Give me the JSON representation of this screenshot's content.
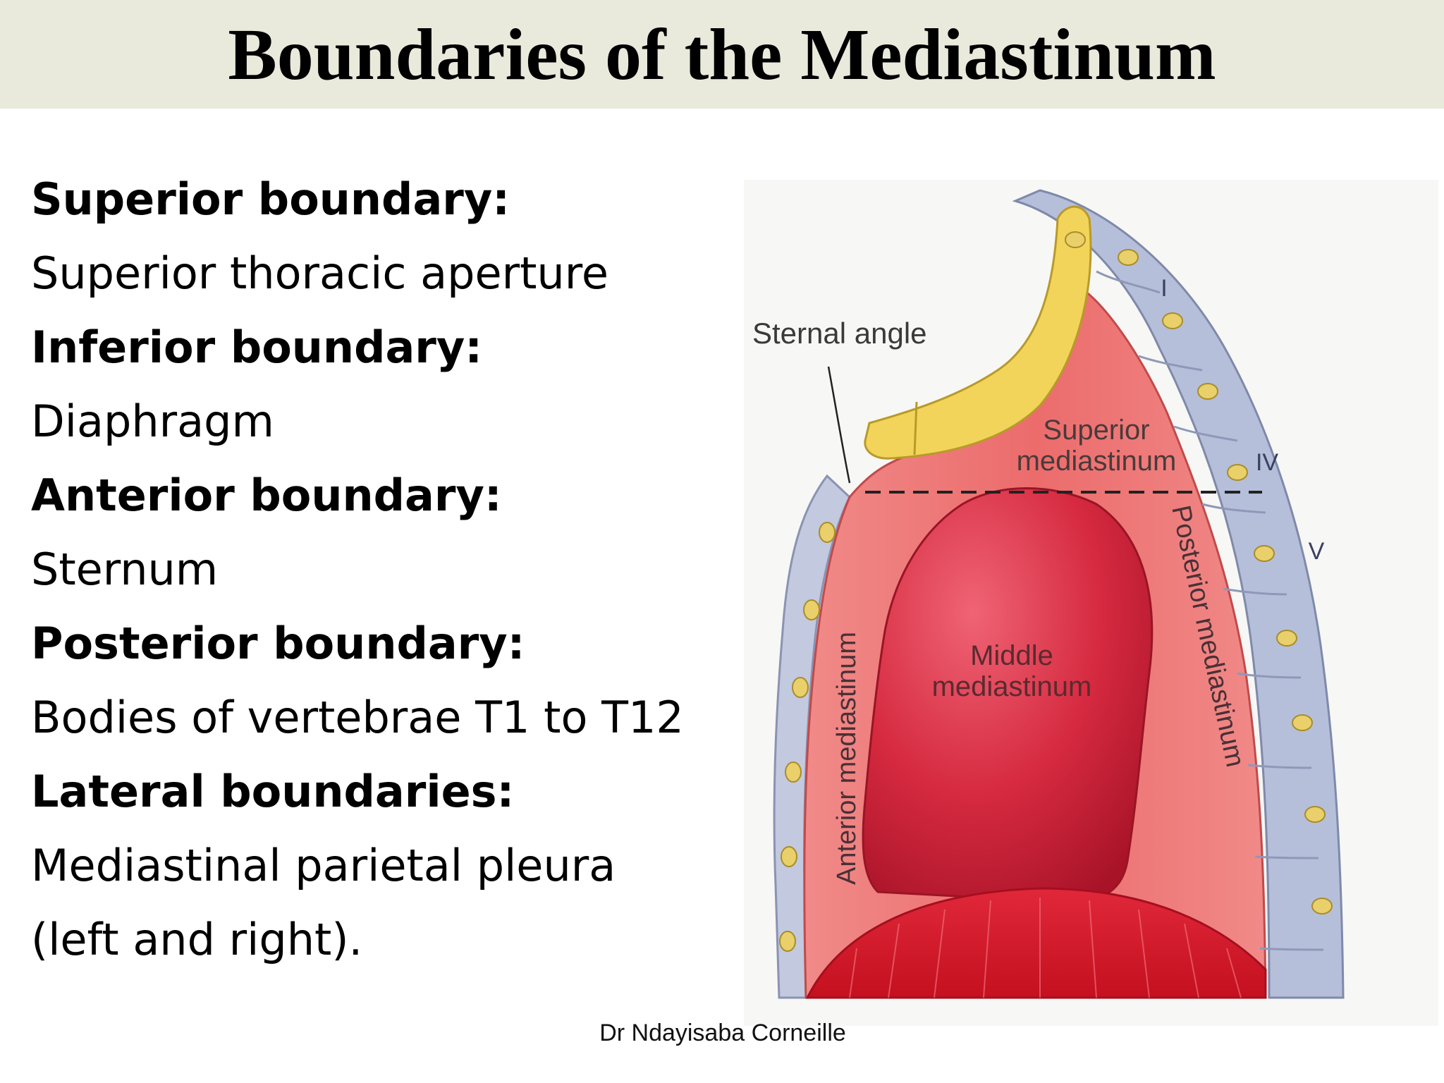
{
  "slide": {
    "title": "Boundaries of the Mediastinum",
    "footer_credit": "Dr Ndayisaba Corneille"
  },
  "boundaries": [
    {
      "heading": "Superior boundary:",
      "lines": [
        "Superior thoracic aperture"
      ]
    },
    {
      "heading": "Inferior boundary:",
      "lines": [
        "Diaphragm"
      ]
    },
    {
      "heading": "Anterior boundary:",
      "lines": [
        "Sternum"
      ]
    },
    {
      "heading": "Posterior boundary:",
      "lines": [
        "Bodies of vertebrae T1 to T12"
      ]
    },
    {
      "heading": "Lateral boundaries:",
      "lines": [
        "Mediastinal parietal pleura",
        "(left and right)."
      ]
    }
  ],
  "figure": {
    "labels": {
      "sternal_angle": "Sternal angle",
      "superior_mediastinum": [
        "Superior",
        "mediastinum"
      ],
      "middle_mediastinum": [
        "Middle",
        "mediastinum"
      ],
      "anterior_mediastinum": "Anterior mediastinum",
      "posterior_mediastinum": "Posterior mediastinum",
      "vertebra_i": "I",
      "vertebra_iv": "IV",
      "vertebra_v": "V"
    },
    "colors": {
      "pleura_wall": "#eb6e6e",
      "heart": "#d0243a",
      "diaphragm": "#d01a2b",
      "sternum": "#f2d45a",
      "vertebrae": "#b6bfd9",
      "rib_nodules": "#ead06a"
    }
  }
}
